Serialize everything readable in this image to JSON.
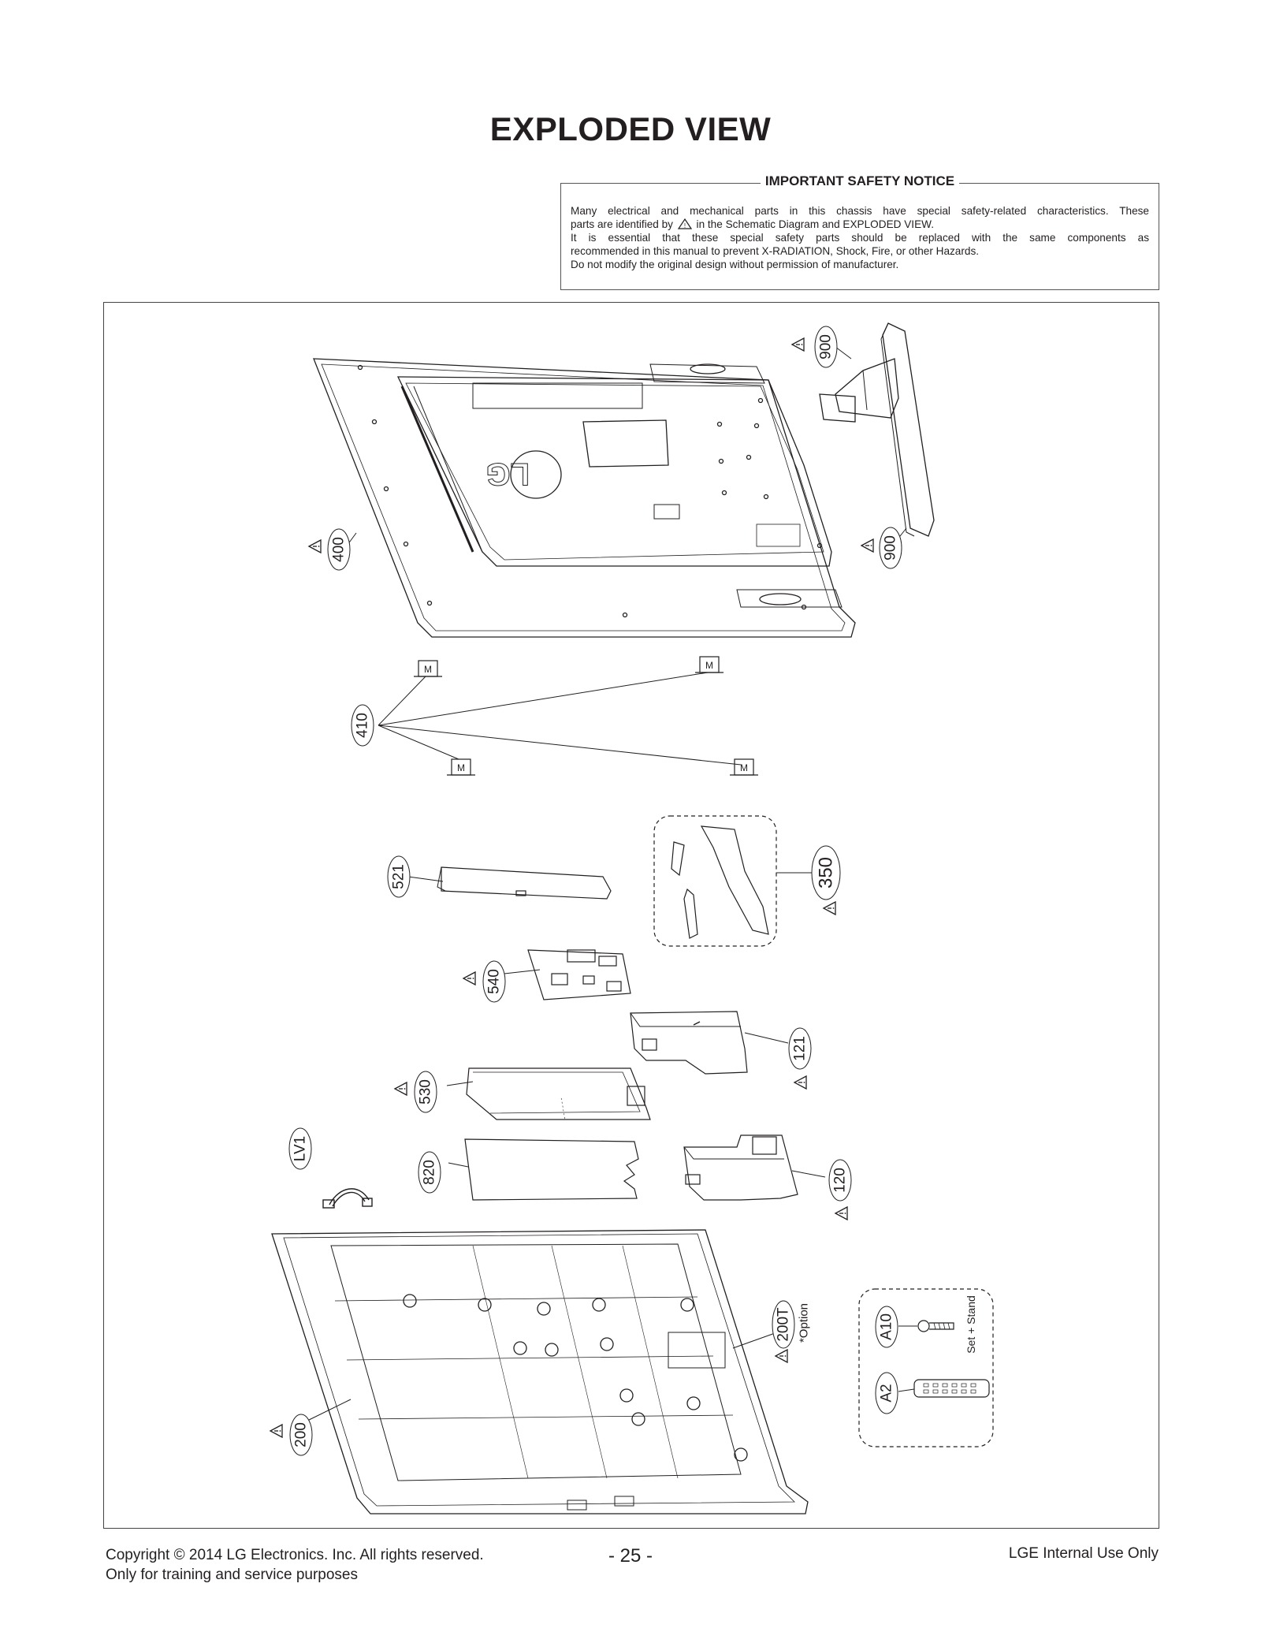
{
  "page": {
    "title": "EXPLODED VIEW",
    "page_number": "- 25 -"
  },
  "safety_notice": {
    "heading": "IMPORTANT SAFETY NOTICE",
    "line1": "Many electrical and mechanical parts in this chassis have special safety-related characteristics. These",
    "line2_before": "parts are identified by",
    "line2_after": "in the Schematic Diagram and EXPLODED VIEW.",
    "line3": "It is essential that these special safety parts should be replaced with the same components as",
    "line4": "recommended in this manual to prevent X-RADIATION, Shock, Fire, or other Hazards.",
    "line5": "Do not modify the original design without permission of manufacturer."
  },
  "parts": {
    "p900a": "900",
    "p900b": "900",
    "p400": "400",
    "p410": "410",
    "p521": "521",
    "p350": "350",
    "p540": "540",
    "p121": "121",
    "p530": "530",
    "pLV1": "LV1",
    "p820": "820",
    "p120": "120",
    "p200T": "200T",
    "option_note": "*Option",
    "p200": "200",
    "pA10": "A10",
    "pA2": "A2",
    "accessory_note": "Set + Stand"
  },
  "footer": {
    "copyright": "Copyright © 2014 LG Electronics. Inc. All rights reserved.",
    "training": "Only for training and service purposes",
    "internal": "LGE Internal Use Only"
  },
  "icons": [
    "warning-triangle-icon",
    "lg-logo"
  ]
}
